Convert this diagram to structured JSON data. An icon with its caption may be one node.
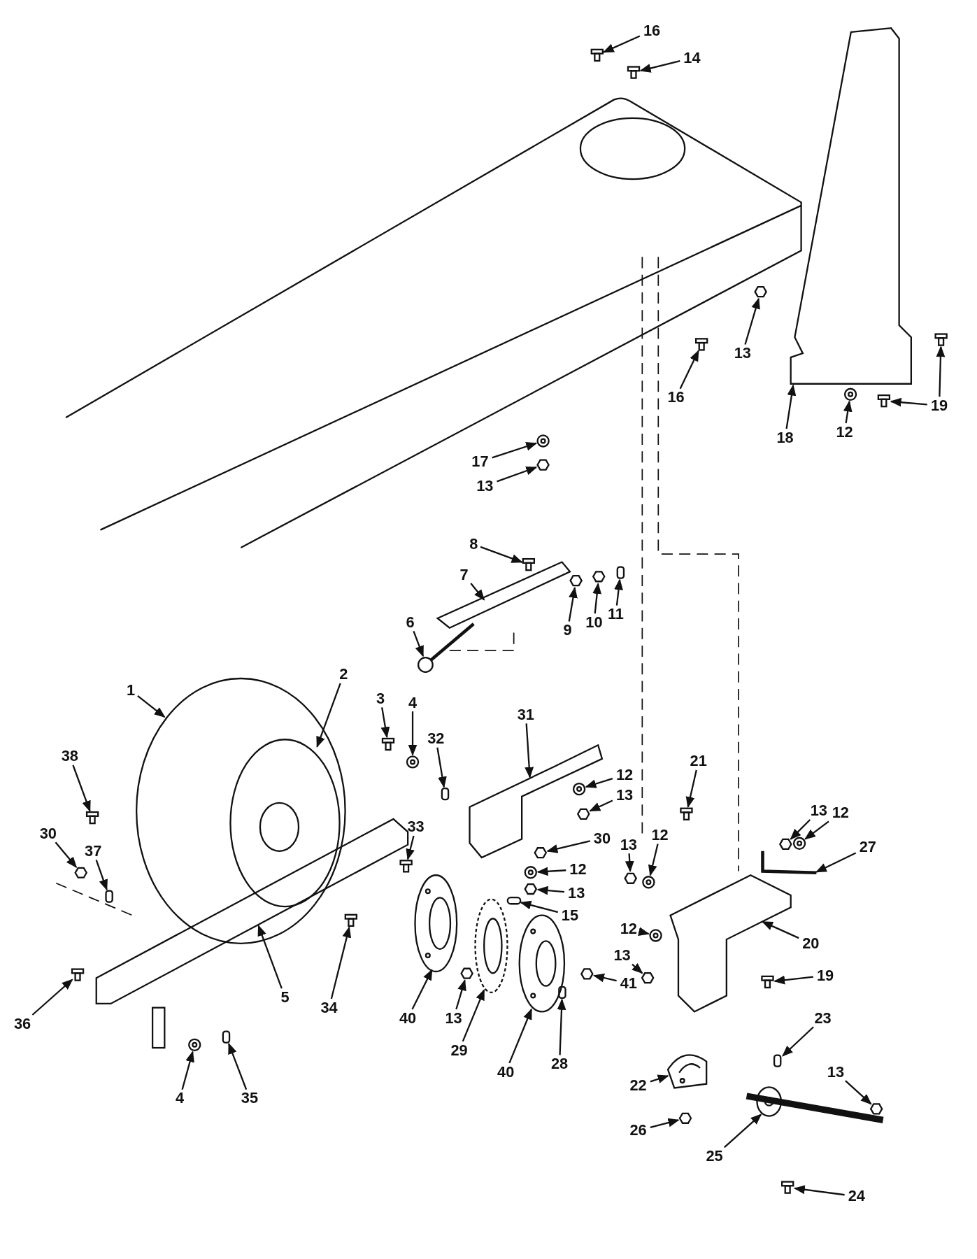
{
  "diagram": {
    "nodes": [
      {
        "text": [
          "16"
        ]
      },
      {
        "text": [
          "14"
        ]
      },
      {
        "text": [
          "13"
        ]
      },
      {
        "text": [
          "16"
        ]
      },
      {
        "text": [
          "18"
        ]
      },
      {
        "text": [
          "12"
        ]
      },
      {
        "text": [
          "19"
        ]
      },
      {
        "text": [
          "17"
        ]
      },
      {
        "text": [
          "13"
        ]
      },
      {
        "text": [
          "8"
        ]
      },
      {
        "text": [
          "7"
        ]
      },
      {
        "text": [
          "9"
        ]
      },
      {
        "text": [
          "10"
        ]
      },
      {
        "text": [
          "11"
        ]
      },
      {
        "text": [
          "6"
        ]
      },
      {
        "text": [
          "2"
        ]
      },
      {
        "text": [
          "1"
        ]
      },
      {
        "text": [
          "3"
        ]
      },
      {
        "text": [
          "4"
        ]
      },
      {
        "text": [
          "31"
        ]
      },
      {
        "text": [
          "32"
        ]
      },
      {
        "text": [
          "21"
        ]
      },
      {
        "text": [
          "12"
        ]
      },
      {
        "text": [
          "13"
        ]
      },
      {
        "text": [
          "38"
        ]
      },
      {
        "text": [
          "30"
        ]
      },
      {
        "text": [
          "37"
        ]
      },
      {
        "text": [
          "30"
        ]
      },
      {
        "text": [
          "33"
        ]
      },
      {
        "text": [
          "13"
        ]
      },
      {
        "text": [
          "12"
        ]
      },
      {
        "text": [
          "13"
        ]
      },
      {
        "text": [
          "12"
        ]
      },
      {
        "text": [
          "27"
        ]
      },
      {
        "text": [
          "12"
        ]
      },
      {
        "text": [
          "13"
        ]
      },
      {
        "text": [
          "15"
        ]
      },
      {
        "text": [
          "20"
        ]
      },
      {
        "text": [
          "12"
        ]
      },
      {
        "text": [
          "13"
        ]
      },
      {
        "text": [
          "19"
        ]
      },
      {
        "text": [
          "41"
        ]
      },
      {
        "text": [
          "40"
        ]
      },
      {
        "text": [
          "13"
        ]
      },
      {
        "text": [
          "29"
        ]
      },
      {
        "text": [
          "40"
        ]
      },
      {
        "text": [
          "28"
        ]
      },
      {
        "text": [
          "5"
        ]
      },
      {
        "text": [
          "34"
        ]
      },
      {
        "text": [
          "36"
        ]
      },
      {
        "text": [
          "4"
        ]
      },
      {
        "text": [
          "35"
        ]
      },
      {
        "text": [
          "23"
        ]
      },
      {
        "text": [
          "22"
        ]
      },
      {
        "text": [
          "13"
        ]
      },
      {
        "text": [
          "26"
        ]
      },
      {
        "text": [
          "25"
        ]
      },
      {
        "text": [
          "24"
        ]
      },
      {
        "text": [],
        "shape": "picture"
      },
      {
        "text": [],
        "shape": "picture"
      },
      {
        "text": [],
        "shape": "picture"
      },
      {
        "text": [],
        "shape": "picture"
      },
      {
        "text": [],
        "shape": "picture"
      },
      {
        "text": [],
        "shape": "picture"
      },
      {
        "text": [],
        "shape": "picture"
      },
      {
        "text": [],
        "shape": "picture"
      },
      {
        "text": [],
        "shape": "picture"
      },
      {
        "text": [],
        "shape": "picture"
      },
      {
        "text": [],
        "shape": "picture"
      },
      {
        "text": [],
        "shape": "picture"
      },
      {
        "text": [],
        "shape": "picture"
      },
      {
        "text": [],
        "shape": "picture"
      },
      {
        "text": [],
        "shape": "box"
      },
      {
        "text": [],
        "shape": "picture"
      },
      {
        "text": [],
        "shape": "picture"
      },
      {
        "text": [],
        "shape": "picture",
        "in": 74
      },
      {
        "text": [],
        "shape": "picture"
      },
      {
        "text": [],
        "shape": "picture"
      },
      {
        "text": [],
        "shape": "picture"
      },
      {
        "text": [],
        "shape": "box"
      },
      {
        "text": [],
        "shape": "picture"
      },
      {
        "text": [],
        "shape": "picture"
      },
      {
        "text": [],
        "shape": "picture"
      },
      {
        "text": [],
        "shape": "picture"
      },
      {
        "text": [],
        "shape": "picture"
      },
      {
        "text": [],
        "shape": "box"
      },
      {
        "text": [],
        "shape": "picture"
      },
      {
        "text": [],
        "shape": "picture"
      },
      {
        "text": [],
        "shape": "picture"
      },
      {
        "text": [],
        "shape": "picture"
      },
      {
        "text": [],
        "shape": "picture"
      },
      {
        "text": [],
        "shape": "picture"
      },
      {
        "text": [],
        "shape": "picture"
      },
      {
        "text": [],
        "shape": "picture"
      },
      {
        "text": [],
        "shape": "picture"
      },
      {
        "text": [],
        "shape": "box"
      },
      {
        "text": [],
        "shape": "picture"
      },
      {
        "text": [],
        "shape": "picture"
      },
      {
        "text": [],
        "shape": "picture"
      },
      {
        "text": [],
        "shape": "picture"
      },
      {
        "text": [],
        "shape": "picture"
      },
      {
        "text": [],
        "shape": "picture"
      },
      {
        "text": [],
        "shape": "picture"
      },
      {
        "text": [],
        "shape": "picture"
      },
      {
        "text": [],
        "shape": "picture"
      },
      {
        "text": [],
        "shape": "box"
      },
      {
        "text": [],
        "shape": "picture"
      },
      {
        "text": [],
        "shape": "picture"
      },
      {
        "text": [],
        "shape": "picture"
      },
      {
        "text": [],
        "shape": "picture"
      },
      {
        "text": [],
        "shape": "box"
      },
      {
        "text": [],
        "shape": "box"
      },
      {
        "text": [],
        "shape": "picture"
      },
      {
        "text": [],
        "shape": "picture"
      },
      {
        "text": [],
        "shape": "picture"
      },
      {
        "text": [],
        "shape": "picture"
      },
      {
        "text": [],
        "shape": "picture"
      }
    ],
    "edges": [
      {
        "from": 0,
        "to": 58,
        "arrow": "to"
      },
      {
        "from": 1,
        "to": 59,
        "arrow": "to"
      },
      {
        "from": 2,
        "to": 60,
        "arrow": "to"
      },
      {
        "from": 3,
        "to": 61,
        "arrow": "to"
      },
      {
        "from": 4,
        "to": 62,
        "arrow": "to"
      },
      {
        "from": 5,
        "to": 63,
        "arrow": "to"
      },
      {
        "from": 6,
        "to": 64,
        "arrow": "to"
      },
      {
        "from": 6,
        "to": 65,
        "arrow": "to"
      },
      {
        "from": 7,
        "to": 66,
        "arrow": "to"
      },
      {
        "from": 8,
        "to": 67,
        "arrow": "to"
      },
      {
        "from": 9,
        "to": 68,
        "arrow": "to"
      },
      {
        "from": 10,
        "to": 69,
        "arrow": "to"
      },
      {
        "from": 11,
        "to": 70,
        "arrow": "to"
      },
      {
        "from": 12,
        "to": 71,
        "arrow": "to"
      },
      {
        "from": 13,
        "to": 72,
        "arrow": "to"
      },
      {
        "from": 14,
        "to": 73,
        "arrow": "to"
      },
      {
        "from": 15,
        "to": 75,
        "arrow": "to"
      },
      {
        "from": 16,
        "to": 74,
        "arrow": "to"
      },
      {
        "from": 17,
        "to": 76,
        "arrow": "to"
      },
      {
        "from": 18,
        "to": 77,
        "arrow": "to"
      },
      {
        "from": 19,
        "to": 78,
        "arrow": "to"
      },
      {
        "from": 20,
        "to": 79,
        "arrow": "to"
      },
      {
        "from": 21,
        "to": 80,
        "arrow": "to"
      },
      {
        "from": 22,
        "to": 81,
        "arrow": "to"
      },
      {
        "from": 23,
        "to": 82,
        "arrow": "to"
      },
      {
        "from": 24,
        "to": 83,
        "arrow": "to"
      },
      {
        "from": 25,
        "to": 84,
        "arrow": "to"
      },
      {
        "from": 26,
        "to": 85,
        "arrow": "to"
      },
      {
        "from": 27,
        "to": 86,
        "arrow": "to"
      },
      {
        "from": 28,
        "to": 87,
        "arrow": "to"
      },
      {
        "from": 29,
        "to": 88,
        "arrow": "to"
      },
      {
        "from": 30,
        "to": 89,
        "arrow": "to"
      },
      {
        "from": 31,
        "to": 90,
        "arrow": "to"
      },
      {
        "from": 32,
        "to": 91,
        "arrow": "to"
      },
      {
        "from": 33,
        "to": 92,
        "arrow": "to"
      },
      {
        "from": 34,
        "to": 93,
        "arrow": "to"
      },
      {
        "from": 35,
        "to": 94,
        "arrow": "to"
      },
      {
        "from": 36,
        "to": 95,
        "arrow": "to"
      },
      {
        "from": 37,
        "to": 96,
        "arrow": "to"
      },
      {
        "from": 38,
        "to": 97,
        "arrow": "to"
      },
      {
        "from": 39,
        "to": 98,
        "arrow": "to"
      },
      {
        "from": 40,
        "to": 99,
        "arrow": "to"
      },
      {
        "from": 41,
        "to": 100,
        "arrow": "to"
      },
      {
        "from": 42,
        "to": 101,
        "arrow": "to"
      },
      {
        "from": 43,
        "to": 102,
        "arrow": "to"
      },
      {
        "from": 44,
        "to": 103,
        "arrow": "to"
      },
      {
        "from": 45,
        "to": 104,
        "arrow": "to"
      },
      {
        "from": 46,
        "to": 105,
        "arrow": "to"
      },
      {
        "from": 47,
        "to": 106,
        "arrow": "to"
      },
      {
        "from": 48,
        "to": 107,
        "arrow": "to"
      },
      {
        "from": 49,
        "to": 108,
        "arrow": "to"
      },
      {
        "from": 50,
        "to": 109,
        "arrow": "to"
      },
      {
        "from": 51,
        "to": 110,
        "arrow": "to"
      },
      {
        "from": 52,
        "to": 111,
        "arrow": "to"
      },
      {
        "from": 53,
        "to": 112,
        "arrow": "to"
      },
      {
        "from": 54,
        "to": 113,
        "arrow": "to"
      },
      {
        "from": 55,
        "to": 114,
        "arrow": "to"
      },
      {
        "from": 56,
        "to": 115,
        "arrow": "to"
      },
      {
        "from": 57,
        "to": 116,
        "arrow": "to"
      }
    ]
  }
}
